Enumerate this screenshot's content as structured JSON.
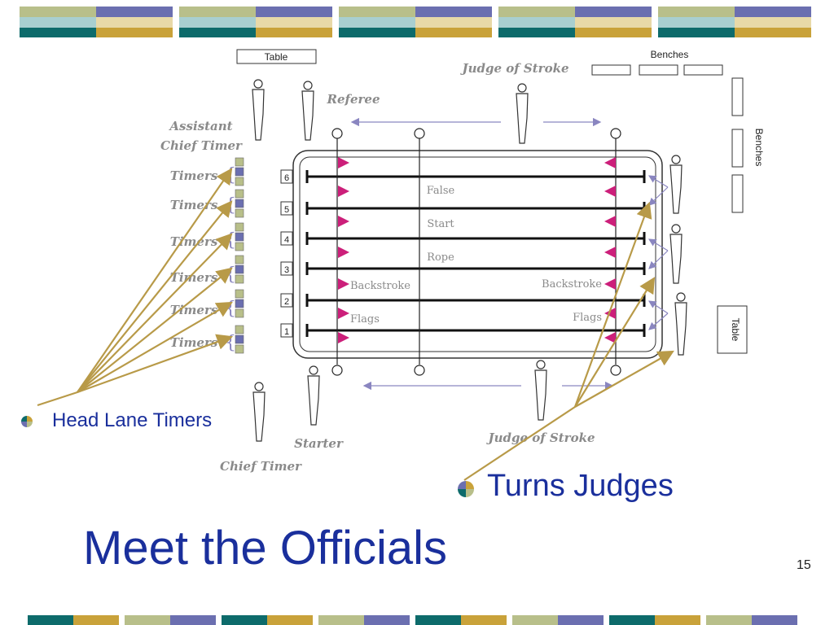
{
  "slide": {
    "title": "Meet the Officials",
    "page_number": "15",
    "bullets": [
      {
        "text": "Head Lane Timers"
      },
      {
        "text": "Turns Judges"
      }
    ],
    "colors": {
      "title": "#1a2f9c",
      "teal": "#0d6b6b",
      "gold": "#c9a23a",
      "periwinkle": "#6b6fb0",
      "sage": "#b8bf8a",
      "magenta": "#cc1f7a",
      "arrow_gold": "#b89a48",
      "arrow_lav": "#8a86c0"
    }
  },
  "diagram": {
    "labels": {
      "table_top": "Table",
      "table_right": "Table",
      "benches_top": "Benches",
      "benches_right": "Benches",
      "judge_of_stroke_top": "Judge of Stroke",
      "judge_of_stroke_bottom": "Judge of Stroke",
      "referee": "Referee",
      "assistant_chief_timer_1": "Assistant",
      "assistant_chief_timer_2": "Chief Timer",
      "starter": "Starter",
      "chief_timer": "Chief Timer",
      "timers": [
        "Timers",
        "Timers",
        "Timers",
        "Timers",
        "Timers",
        "Timers"
      ],
      "false_start_rope": [
        "False",
        "Start",
        "Rope"
      ],
      "backstroke_flags_left": [
        "Backstroke",
        "Flags"
      ],
      "backstroke_flags_right": [
        "Backstroke",
        "Flags"
      ]
    },
    "lanes": [
      "6",
      "5",
      "4",
      "3",
      "2",
      "1"
    ]
  }
}
